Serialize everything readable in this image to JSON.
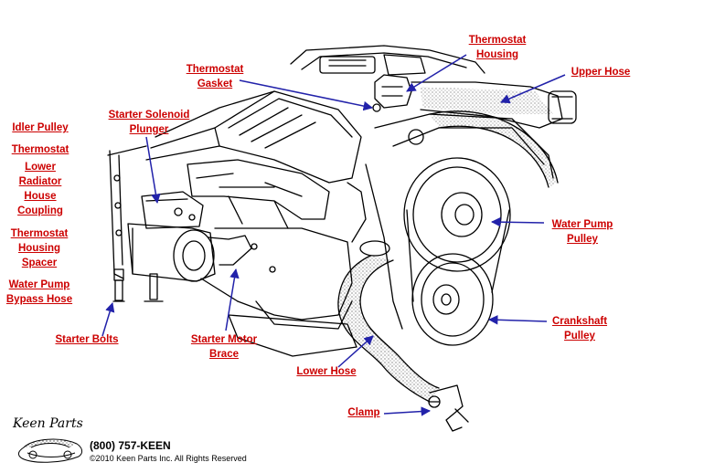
{
  "labels": {
    "thermostat_housing": [
      "Thermostat",
      "Housing"
    ],
    "upper_hose": "Upper Hose",
    "thermostat_gasket": [
      "Thermostat",
      "Gasket"
    ],
    "idler_pulley": "Idler Pulley",
    "starter_solenoid_plunger": [
      "Starter Solenoid",
      "Plunger"
    ],
    "thermostat": "Thermostat",
    "lower_radiator_house_coupling": [
      "Lower",
      "Radiator",
      "House",
      "Coupling"
    ],
    "thermostat_housing_spacer": [
      "Thermostat",
      "Housing",
      "Spacer"
    ],
    "water_pump_bypass_hose": [
      "Water Pump",
      "Bypass Hose"
    ],
    "water_pump_pulley": [
      "Water Pump",
      "Pulley"
    ],
    "crankshaft_pulley": [
      "Crankshaft",
      "Pulley"
    ],
    "starter_bolts": "Starter Bolts",
    "starter_motor_brace": [
      "Starter Motor",
      "Brace"
    ],
    "lower_hose": "Lower Hose",
    "clamp": "Clamp"
  },
  "footer": {
    "logo_text": "Keen Parts",
    "phone": "(800) 757-KEEN",
    "copyright": "©2010 Keen Parts Inc. All Rights Reserved"
  },
  "colors": {
    "label": "#cc0000",
    "arrow": "#2222aa",
    "line": "#000000"
  }
}
